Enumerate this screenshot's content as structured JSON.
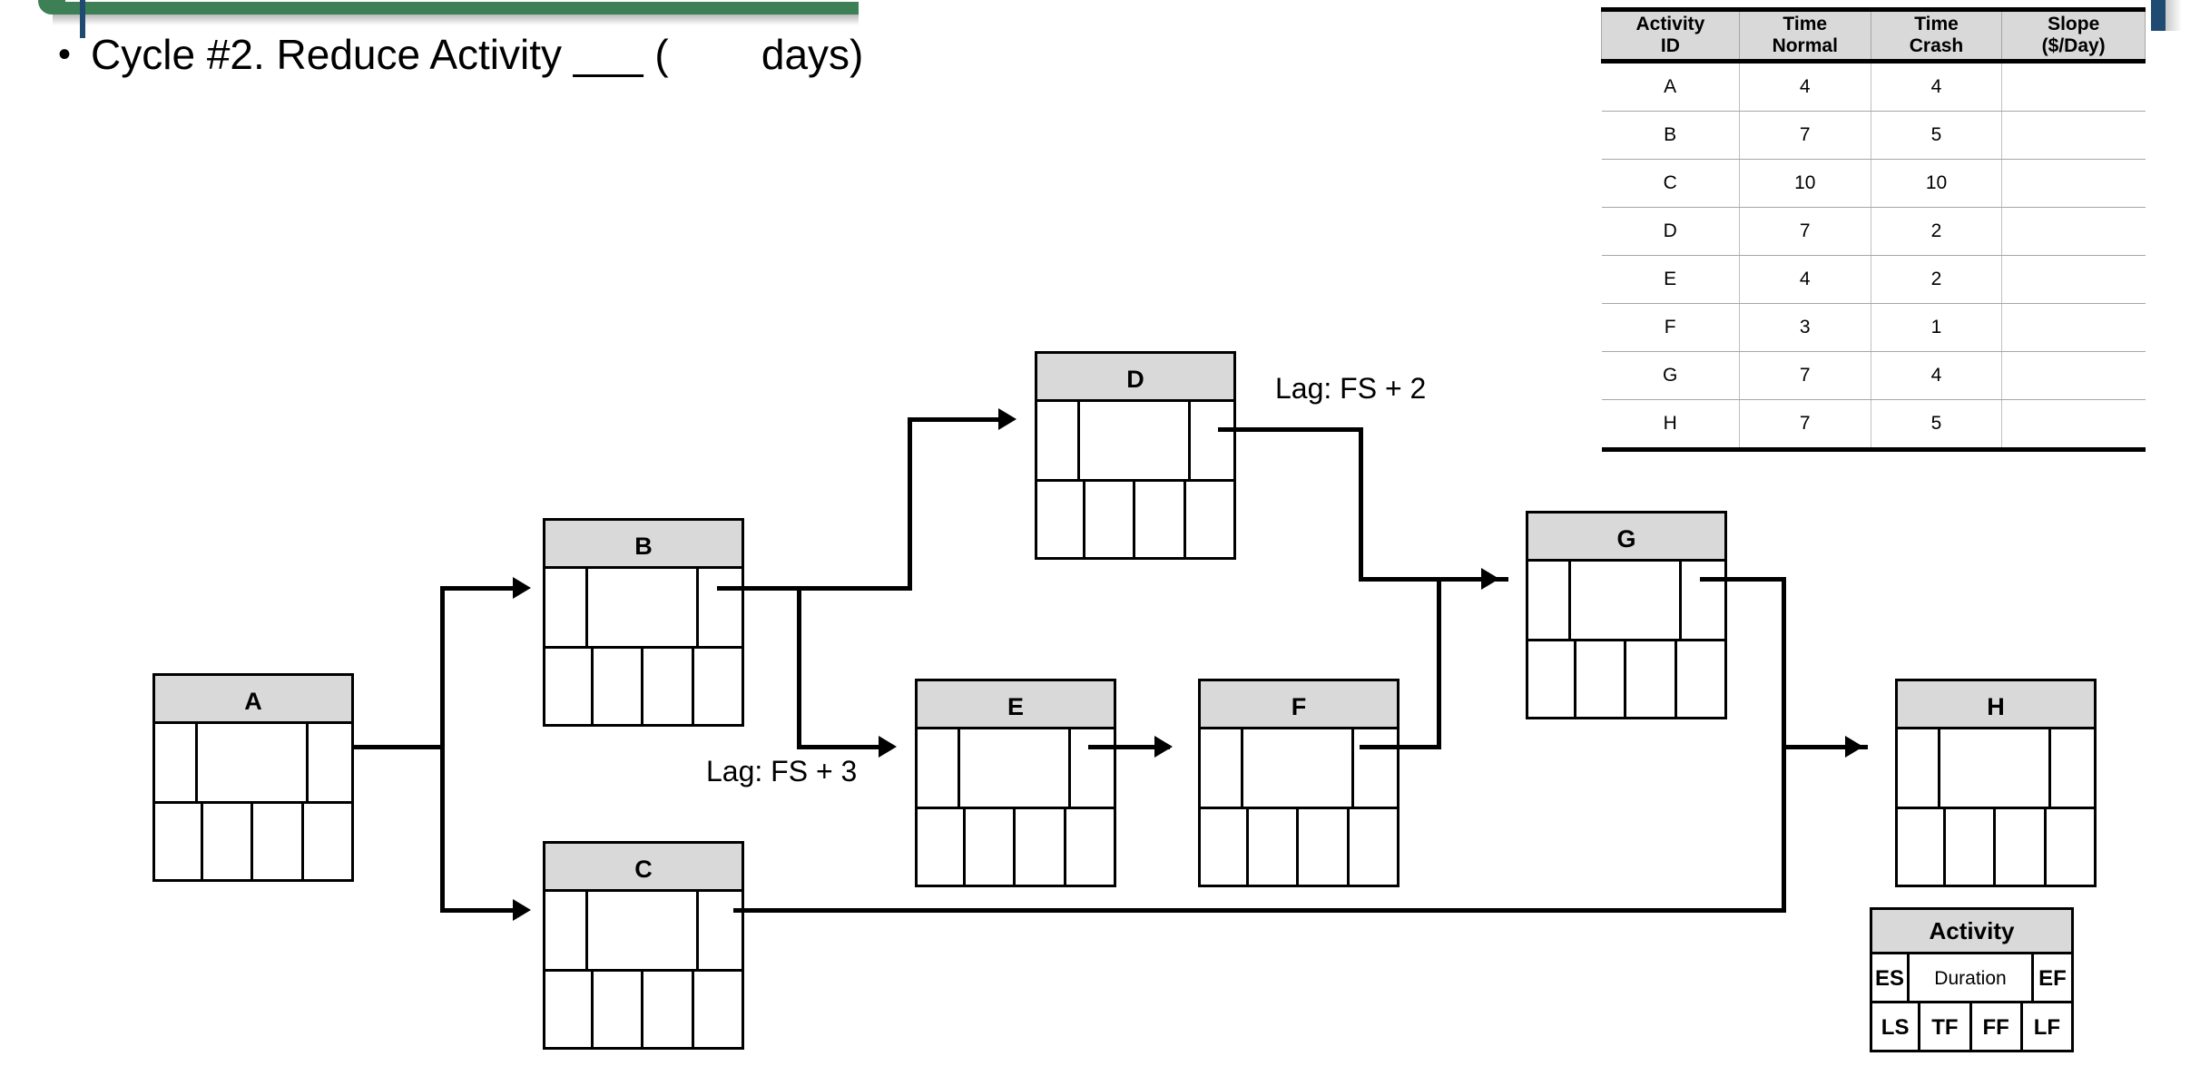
{
  "slide": {
    "title_bullet": "•",
    "title_text": "Cycle #2. Reduce Activity ___ (        days)"
  },
  "crash_table": {
    "headers": [
      "Activity ID",
      "Time Normal",
      "Time Crash",
      "Slope ($/Day)"
    ],
    "header_lines": [
      [
        "Activity",
        "ID"
      ],
      [
        "Time",
        "Normal"
      ],
      [
        "Time",
        "Crash"
      ],
      [
        "Slope",
        "($/Day)"
      ]
    ],
    "rows": [
      {
        "id": "A",
        "normal": "4",
        "crash": "4",
        "slope": ""
      },
      {
        "id": "B",
        "normal": "7",
        "crash": "5",
        "slope": ""
      },
      {
        "id": "C",
        "normal": "10",
        "crash": "10",
        "slope": ""
      },
      {
        "id": "D",
        "normal": "7",
        "crash": "2",
        "slope": ""
      },
      {
        "id": "E",
        "normal": "4",
        "crash": "2",
        "slope": ""
      },
      {
        "id": "F",
        "normal": "3",
        "crash": "1",
        "slope": ""
      },
      {
        "id": "G",
        "normal": "7",
        "crash": "4",
        "slope": ""
      },
      {
        "id": "H",
        "normal": "7",
        "crash": "5",
        "slope": ""
      }
    ]
  },
  "legend": {
    "title": "Activity",
    "es": "ES",
    "duration": "Duration",
    "ef": "EF",
    "ls": "LS",
    "tf": "TF",
    "ff": "FF",
    "lf": "LF"
  },
  "network": {
    "nodes": [
      {
        "id": "A",
        "label": "A",
        "es": "",
        "duration": "",
        "ef": "",
        "ls": "",
        "tf": "",
        "ff": "",
        "lf": ""
      },
      {
        "id": "B",
        "label": "B",
        "es": "",
        "duration": "",
        "ef": "",
        "ls": "",
        "tf": "",
        "ff": "",
        "lf": ""
      },
      {
        "id": "C",
        "label": "C",
        "es": "",
        "duration": "",
        "ef": "",
        "ls": "",
        "tf": "",
        "ff": "",
        "lf": ""
      },
      {
        "id": "D",
        "label": "D",
        "es": "",
        "duration": "",
        "ef": "",
        "ls": "",
        "tf": "",
        "ff": "",
        "lf": ""
      },
      {
        "id": "E",
        "label": "E",
        "es": "",
        "duration": "",
        "ef": "",
        "ls": "",
        "tf": "",
        "ff": "",
        "lf": ""
      },
      {
        "id": "F",
        "label": "F",
        "es": "",
        "duration": "",
        "ef": "",
        "ls": "",
        "tf": "",
        "ff": "",
        "lf": ""
      },
      {
        "id": "G",
        "label": "G",
        "es": "",
        "duration": "",
        "ef": "",
        "ls": "",
        "tf": "",
        "ff": "",
        "lf": ""
      },
      {
        "id": "H",
        "label": "H",
        "es": "",
        "duration": "",
        "ef": "",
        "ls": "",
        "tf": "",
        "ff": "",
        "lf": ""
      }
    ],
    "lag_labels": [
      {
        "id": "lag-d-g",
        "text": "Lag: FS + 2"
      },
      {
        "id": "lag-b-e",
        "text": "Lag: FS + 3"
      }
    ]
  },
  "colors": {
    "accent_green": "#3e8055",
    "accent_blue": "#1f4a72",
    "header_fill": "#d9d9d9",
    "line": "#000000"
  }
}
